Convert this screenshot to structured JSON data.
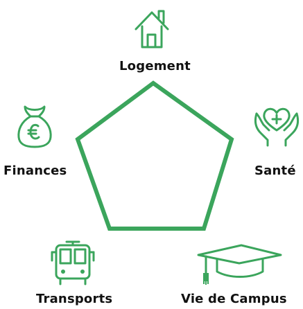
{
  "colors": {
    "accent": "#3ba55c",
    "text": "#111111",
    "background": "#ffffff"
  },
  "nodes": [
    {
      "label": "Logement",
      "icon": "house-icon"
    },
    {
      "label": "Santé",
      "icon": "heart-hands-icon"
    },
    {
      "label": "Vie de Campus",
      "icon": "graduation-cap-icon"
    },
    {
      "label": "Transports",
      "icon": "bus-icon"
    },
    {
      "label": "Finances",
      "icon": "money-bag-icon"
    }
  ]
}
